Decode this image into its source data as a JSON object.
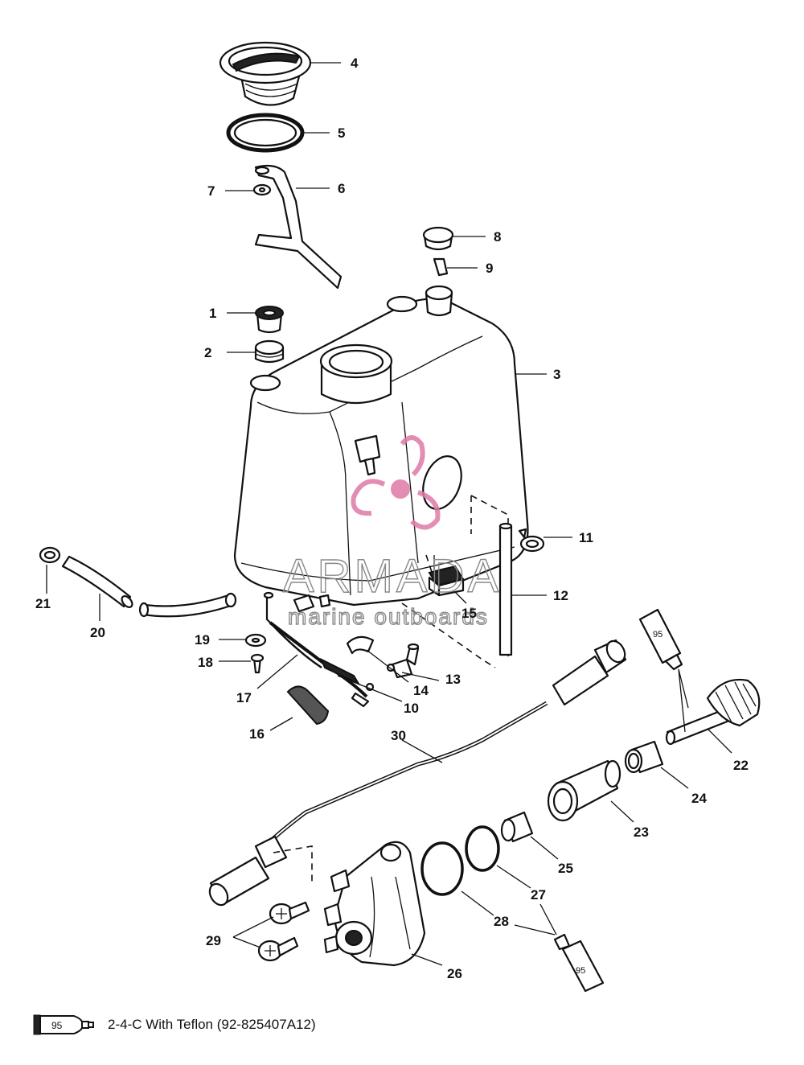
{
  "callouts": {
    "c1": "1",
    "c2": "2",
    "c3": "3",
    "c4": "4",
    "c5": "5",
    "c6": "6",
    "c7": "7",
    "c8": "8",
    "c9": "9",
    "c10": "10",
    "c11": "11",
    "c12": "12",
    "c13": "13",
    "c14": "14",
    "c15": "15",
    "c16": "16",
    "c17": "17",
    "c18": "18",
    "c19": "19",
    "c20": "20",
    "c21": "21",
    "c22": "22",
    "c23": "23",
    "c24": "24",
    "c25": "25",
    "c26": "26",
    "c27": "27",
    "c28": "28",
    "c29": "29",
    "c30": "30"
  },
  "sealant": {
    "tube_label": "95",
    "legend_text": "2-4-C  With Teflon (92-825407A12)"
  },
  "watermark": {
    "brand": "ARMADA",
    "tagline": "marine outboards",
    "color": "#e07aa8"
  }
}
